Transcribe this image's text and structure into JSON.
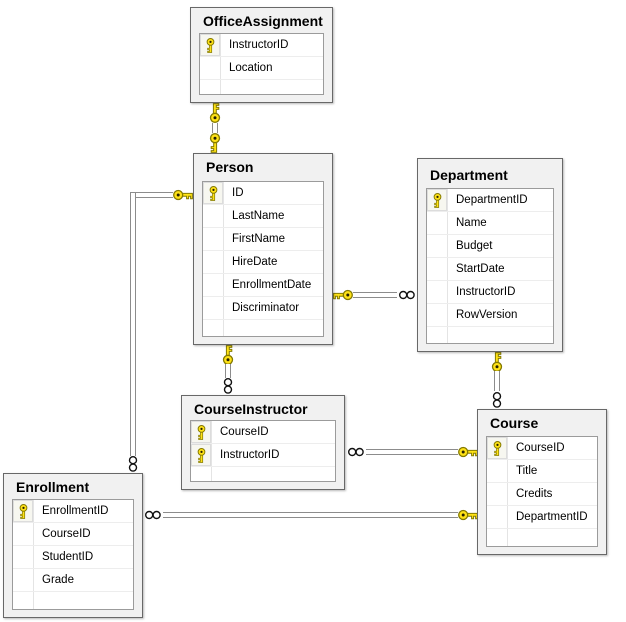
{
  "diagram": {
    "tables": [
      {
        "title": "OfficeAssignment",
        "columns": [
          {
            "name": "InstructorID",
            "key": true
          },
          {
            "name": "Location",
            "key": false
          }
        ]
      },
      {
        "title": "Person",
        "columns": [
          {
            "name": "ID",
            "key": true
          },
          {
            "name": "LastName",
            "key": false
          },
          {
            "name": "FirstName",
            "key": false
          },
          {
            "name": "HireDate",
            "key": false
          },
          {
            "name": "EnrollmentDate",
            "key": false
          },
          {
            "name": "Discriminator",
            "key": false
          }
        ]
      },
      {
        "title": "Department",
        "columns": [
          {
            "name": "DepartmentID",
            "key": true
          },
          {
            "name": "Name",
            "key": false
          },
          {
            "name": "Budget",
            "key": false
          },
          {
            "name": "StartDate",
            "key": false
          },
          {
            "name": "InstructorID",
            "key": false
          },
          {
            "name": "RowVersion",
            "key": false
          }
        ]
      },
      {
        "title": "CourseInstructor",
        "columns": [
          {
            "name": "CourseID",
            "key": true
          },
          {
            "name": "InstructorID",
            "key": true
          }
        ]
      },
      {
        "title": "Course",
        "columns": [
          {
            "name": "CourseID",
            "key": true
          },
          {
            "name": "Title",
            "key": false
          },
          {
            "name": "Credits",
            "key": false
          },
          {
            "name": "DepartmentID",
            "key": false
          }
        ]
      },
      {
        "title": "Enrollment",
        "columns": [
          {
            "name": "EnrollmentID",
            "key": true
          },
          {
            "name": "CourseID",
            "key": false
          },
          {
            "name": "StudentID",
            "key": false
          },
          {
            "name": "Grade",
            "key": false
          }
        ]
      }
    ],
    "relationships": [
      {
        "from": "OfficeAssignment",
        "to": "Person",
        "from_end": "key",
        "to_end": "key",
        "cardinality": "one-to-one"
      },
      {
        "from": "Person",
        "to": "Enrollment",
        "from_end": "key",
        "to_end": "infinity",
        "cardinality": "one-to-many"
      },
      {
        "from": "Person",
        "to": "Department",
        "from_end": "key",
        "to_end": "infinity",
        "cardinality": "one-to-many"
      },
      {
        "from": "Person",
        "to": "CourseInstructor",
        "from_end": "key",
        "to_end": "infinity",
        "cardinality": "one-to-many"
      },
      {
        "from": "Department",
        "to": "Course",
        "from_end": "key",
        "to_end": "infinity",
        "cardinality": "one-to-many"
      },
      {
        "from": "Course",
        "to": "CourseInstructor",
        "from_end": "key",
        "to_end": "infinity",
        "cardinality": "one-to-many"
      },
      {
        "from": "Course",
        "to": "Enrollment",
        "from_end": "key",
        "to_end": "infinity",
        "cardinality": "one-to-many"
      }
    ],
    "icons": {
      "primary_key": "key-icon",
      "many_end": "infinity-icon"
    },
    "colors": {
      "canvas_bg": "#ffffff",
      "table_bg": "#f1f1f1",
      "table_border": "#686868",
      "grid_border": "#9b9b9b",
      "key_yellow": "#ffe216",
      "key_outline": "#837900",
      "connector_gray": "#8c8c8c"
    }
  }
}
